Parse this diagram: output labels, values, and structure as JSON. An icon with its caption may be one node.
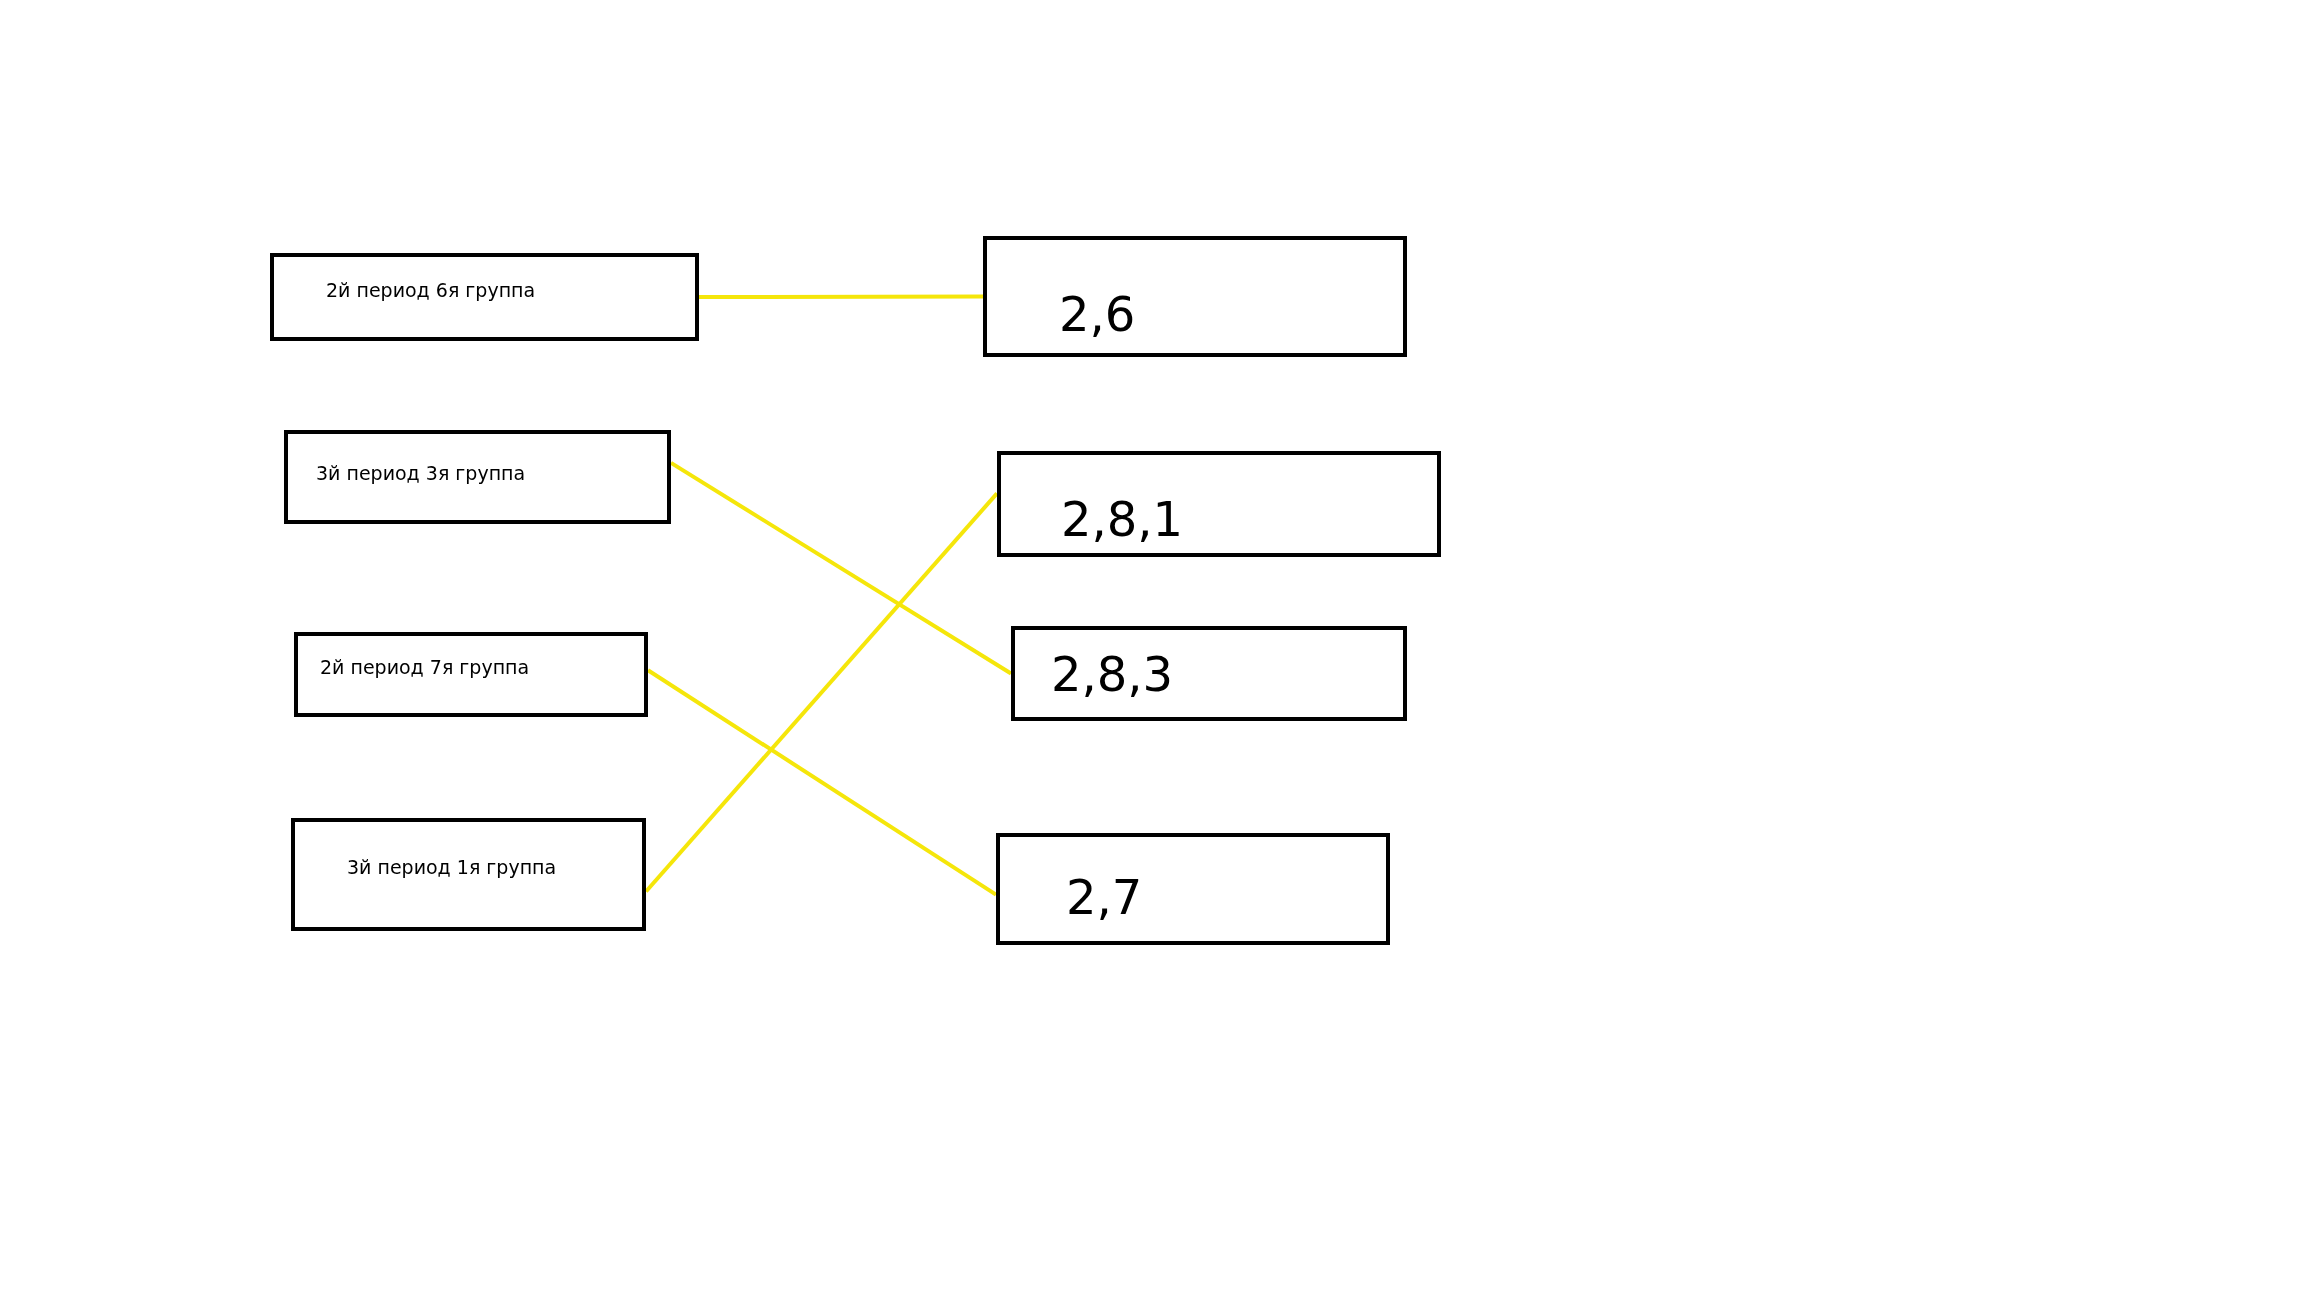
{
  "diagram": {
    "nodes": [
      {
        "text": [
          "2й период 6я группа"
        ]
      },
      {
        "text": [
          "3й период 3я группа"
        ]
      },
      {
        "text": [
          "2й период 7я группа"
        ]
      },
      {
        "text": [
          "3й период 1я группа"
        ]
      },
      {
        "text": [
          "2,6"
        ]
      },
      {
        "text": [
          "2,8,1"
        ]
      },
      {
        "text": [
          "2,8,3"
        ]
      },
      {
        "text": [
          "2,7"
        ]
      }
    ],
    "edges": [
      {
        "from": 0,
        "to": 4,
        "arrow": "none"
      },
      {
        "from": 1,
        "to": 6,
        "arrow": "none"
      },
      {
        "from": 2,
        "to": 7,
        "arrow": "none"
      },
      {
        "from": 3,
        "to": 5,
        "arrow": "none"
      }
    ]
  }
}
